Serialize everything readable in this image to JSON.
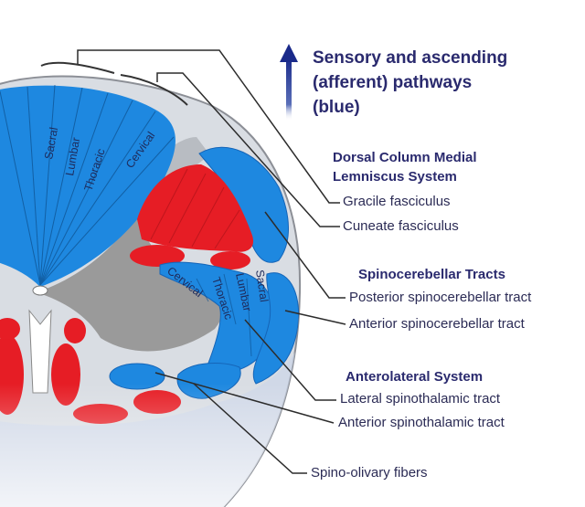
{
  "title_lines": [
    "Sensory and ascending",
    "(afferent) pathways",
    "(blue)"
  ],
  "colors": {
    "sensory_blue": "#1e88e0",
    "motor_red": "#e61d25",
    "grey_matter": "#9a9a9a",
    "white_matter": "#d9dde3",
    "leader_line": "#2c2c2c",
    "arrow": "#1a2a8a"
  },
  "icons": {
    "up_arrow": "upward-arrow-icon"
  },
  "systems": {
    "dorsal_column": {
      "heading_lines": [
        "Dorsal Column Medial",
        "Lemniscus System"
      ],
      "labels": [
        "Gracile fasciculus",
        "Cuneate fasciculus"
      ]
    },
    "spinocerebellar": {
      "heading": "Spinocerebellar Tracts",
      "labels": [
        "Posterior spinocerebellar tract",
        "Anterior spinocerebellar tract"
      ]
    },
    "anterolateral": {
      "heading": "Anterolateral System",
      "labels": [
        "Lateral spinothalamic tract",
        "Anterior spinothalamic tract"
      ]
    },
    "other": {
      "labels": [
        "Spino-olivary fibers"
      ]
    }
  },
  "dorsal_segments": [
    "Sacral",
    "Lumbar",
    "Thoracic",
    "Cervical"
  ],
  "lateral_segments": [
    "Cervical",
    "Thoracic",
    "Lumbar",
    "Sacral"
  ]
}
